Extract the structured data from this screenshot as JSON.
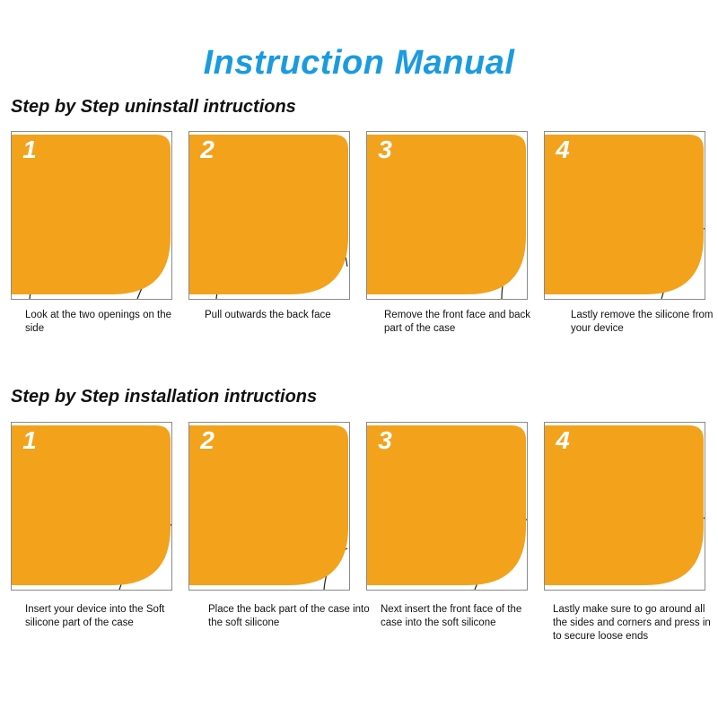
{
  "title": "Instruction Manual",
  "colors": {
    "title": "#1a9be0",
    "badge": "#f2a21b",
    "arrow": "#e02020"
  },
  "sections": [
    {
      "heading": "Step by Step uninstall intructions",
      "steps": [
        {
          "number": "1",
          "caption": "Look at the two openings on the side"
        },
        {
          "number": "2",
          "caption": "Pull outwards the back face"
        },
        {
          "number": "3",
          "caption": "Remove the front face and back part of the case"
        },
        {
          "number": "4",
          "caption": "Lastly remove the silicone from your device"
        }
      ]
    },
    {
      "heading": "Step by Step installation intructions",
      "steps": [
        {
          "number": "1",
          "caption": "Insert your device into the Soft silicone part of the case"
        },
        {
          "number": "2",
          "caption": "Place the back part of the case into the soft silicone"
        },
        {
          "number": "3",
          "caption": "Next insert the front face of the case into the soft silicone"
        },
        {
          "number": "4",
          "caption": "Lastly make sure to go around all the sides and corners and press in to secure loose ends"
        }
      ]
    }
  ]
}
